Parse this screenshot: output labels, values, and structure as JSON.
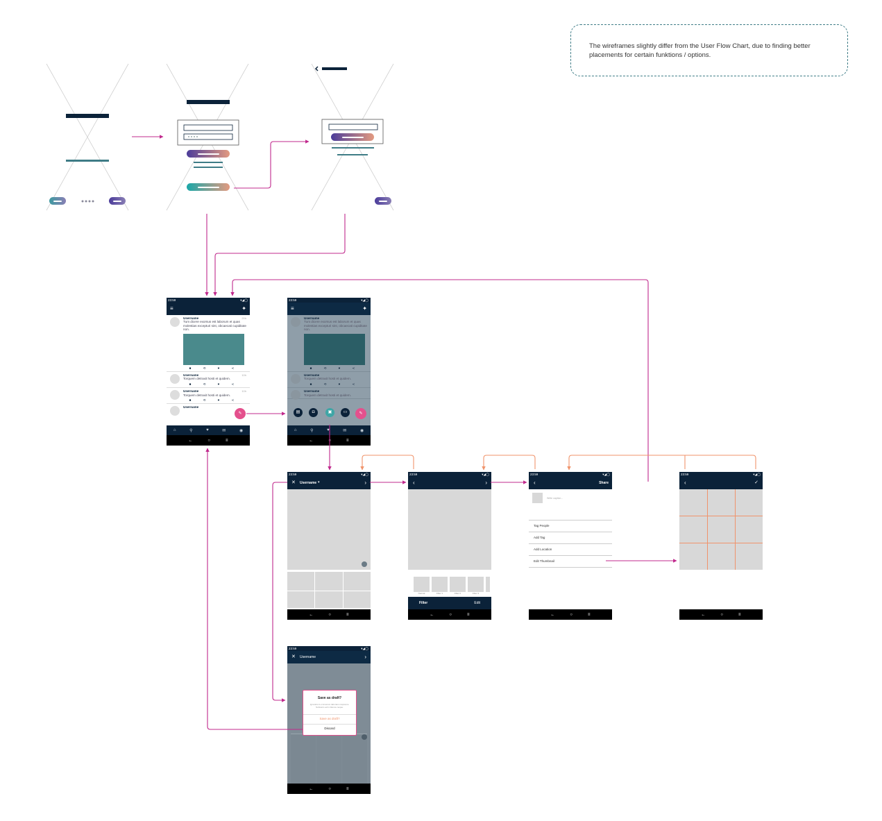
{
  "note": "The wireframes slightly differ from the User Flow Chart, due to finding better placements for certain funktions / options.",
  "colors": {
    "navy": "#0b2239",
    "teal": "#3e7c86",
    "magenta": "#c0288c",
    "orange": "#f0936b",
    "pink": "#e4508d"
  },
  "status": {
    "time": "23:59",
    "icons": "▾◢◯"
  },
  "feed": {
    "username": "Username",
    "post1_text": "Tum dicere exorsus est laborum et quas molestias excepturi sint, obcaecati cupiditate non.",
    "post_text": "Torquem detraxit hosti et quidem.",
    "time1": "20h",
    "time2": "10h",
    "menu_icon": "menu-icon",
    "compose_icon": "sparkle-icon"
  },
  "upload": {
    "username": "Username"
  },
  "filter": {
    "filter_tab": "Filter",
    "edit_tab": "Edit",
    "thumb_labels": [
      "Normal",
      "Filter 1",
      "Filter 2",
      "Filter 3"
    ]
  },
  "share": {
    "share_label": "Share",
    "caption_placeholder": "Write caption...",
    "rows": [
      "Tag People",
      "Add Tag",
      "Add Location",
      "Edit Thumbnail"
    ]
  },
  "draft": {
    "title": "Save as draft?",
    "body": "Ignoratio is ommeinon laboriam respicens. Nobissim ad in illamos neque.",
    "save": "Save as draft?",
    "discard": "Discard"
  }
}
